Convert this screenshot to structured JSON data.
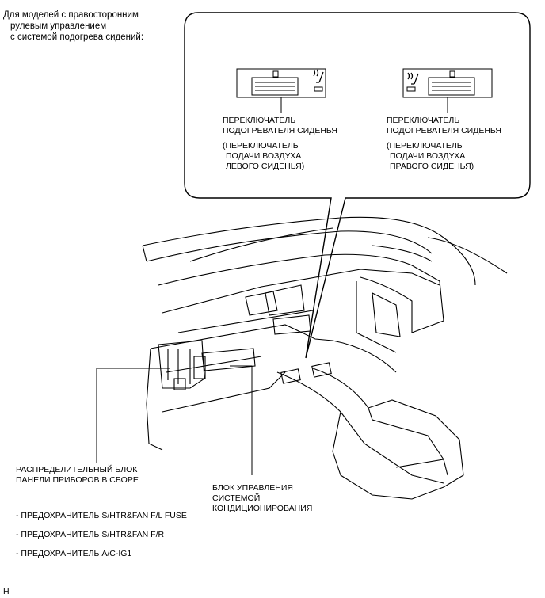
{
  "header": {
    "line1": "Для моделей с правосторонним",
    "line2": "рулевым управлением",
    "line3": "с системой подогрева сидений:"
  },
  "callout": {
    "left_switch": {
      "title1": "ПЕРЕКЛЮЧАТЕЛЬ",
      "title2": "ПОДОГРЕВАТЕЛЯ СИДЕНЬЯ",
      "sub1": "(ПЕРЕКЛЮЧАТЕЛЬ",
      "sub2": "ПОДАЧИ ВОЗДУХА",
      "sub3": "ЛЕВОГО СИДЕНЬЯ)"
    },
    "right_switch": {
      "title1": "ПЕРЕКЛЮЧАТЕЛЬ",
      "title2": "ПОДОГРЕВАТЕЛЯ СИДЕНЬЯ",
      "sub1": "(ПЕРЕКЛЮЧАТЕЛЬ",
      "sub2": "ПОДАЧИ ВОЗДУХА",
      "sub3": "ПРАВОГО СИДЕНЬЯ)"
    }
  },
  "labels": {
    "junction_block_1": "РАСПРЕДЕЛИТЕЛЬНЫЙ БЛОК",
    "junction_block_2": "ПАНЕЛИ ПРИБОРОВ В СБОРЕ",
    "ac_ecu_1": "БЛОК УПРАВЛЕНИЯ",
    "ac_ecu_2": "СИСТЕМОЙ",
    "ac_ecu_3": "КОНДИЦИОНИРОВАНИЯ"
  },
  "fuses": [
    "- ПРЕДОХРАНИТЕЛЬ S/HTR&FAN F/L FUSE",
    "- ПРЕДОХРАНИТЕЛЬ S/HTR&FAN F/R",
    "- ПРЕДОХРАНИТЕЛЬ A/C-IG1"
  ],
  "footer_code": "H",
  "icons": [
    "seat-heater-icon",
    "seat-heater-icon"
  ]
}
